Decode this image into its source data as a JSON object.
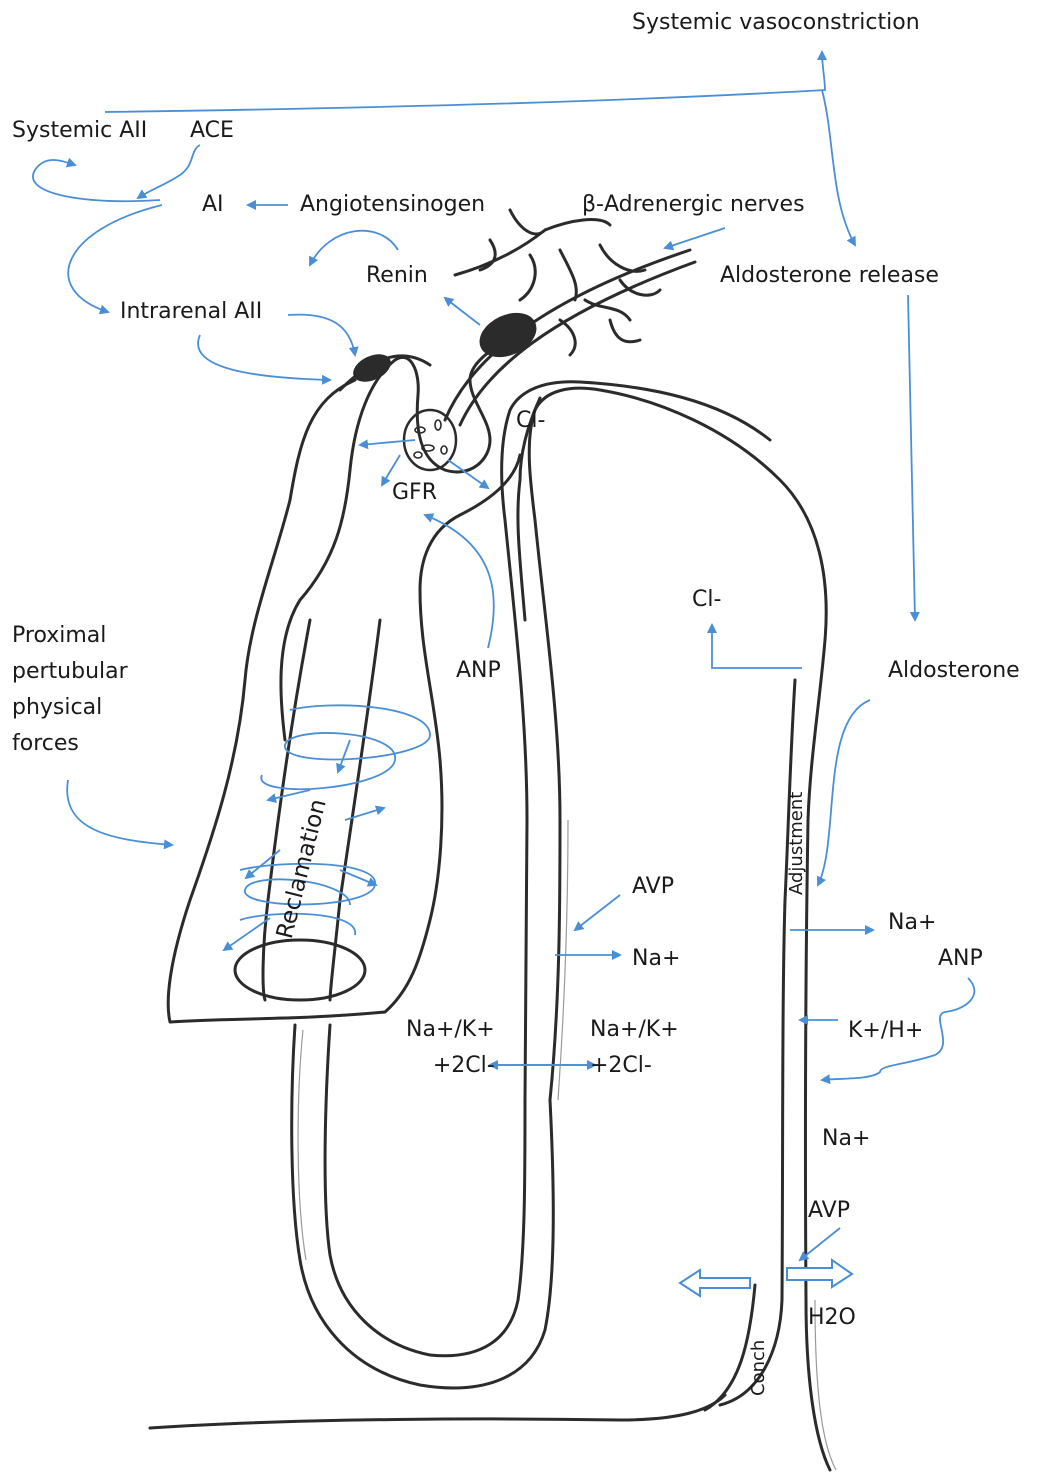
{
  "labels": {
    "systemic_vasoconstriction": "Systemic vasoconstriction",
    "systemic_aii": "Systemic AII",
    "ace": "ACE",
    "ai": "AI",
    "angiotensinogen": "Angiotensinogen",
    "beta_adrenergic_nerves": "β-Adrenergic nerves",
    "renin": "Renin",
    "aldosterone_release": "Aldosterone release",
    "intrarenal_aii": "Intrarenal AII",
    "cl_top": "Cl-",
    "gfr": "GFR",
    "cl_mid": "Cl-",
    "proximal_forces": "Proximal\npertubular\nphysical\nforces",
    "anp_top": "ANP",
    "aldosterone": "Aldosterone",
    "reclamation": "Reclamation",
    "adjustment": "Adjustment",
    "avp_mid": "AVP",
    "na_thick": "Na+",
    "na_distal": "Na+",
    "anp_distal": "ANP",
    "na_k_2cl_left": "Na+/K+\n+2Cl-",
    "na_k_2cl_right": "Na+/K+\n+2Cl-",
    "k_h": "K+/H+",
    "na_collecting": "Na+",
    "avp_low": "AVP",
    "h2o": "H2O",
    "conch": "Conch"
  },
  "colors": {
    "arrow": "#4a8fd6",
    "tubule": "#2b2b2b",
    "text": "#1a1a1a"
  }
}
